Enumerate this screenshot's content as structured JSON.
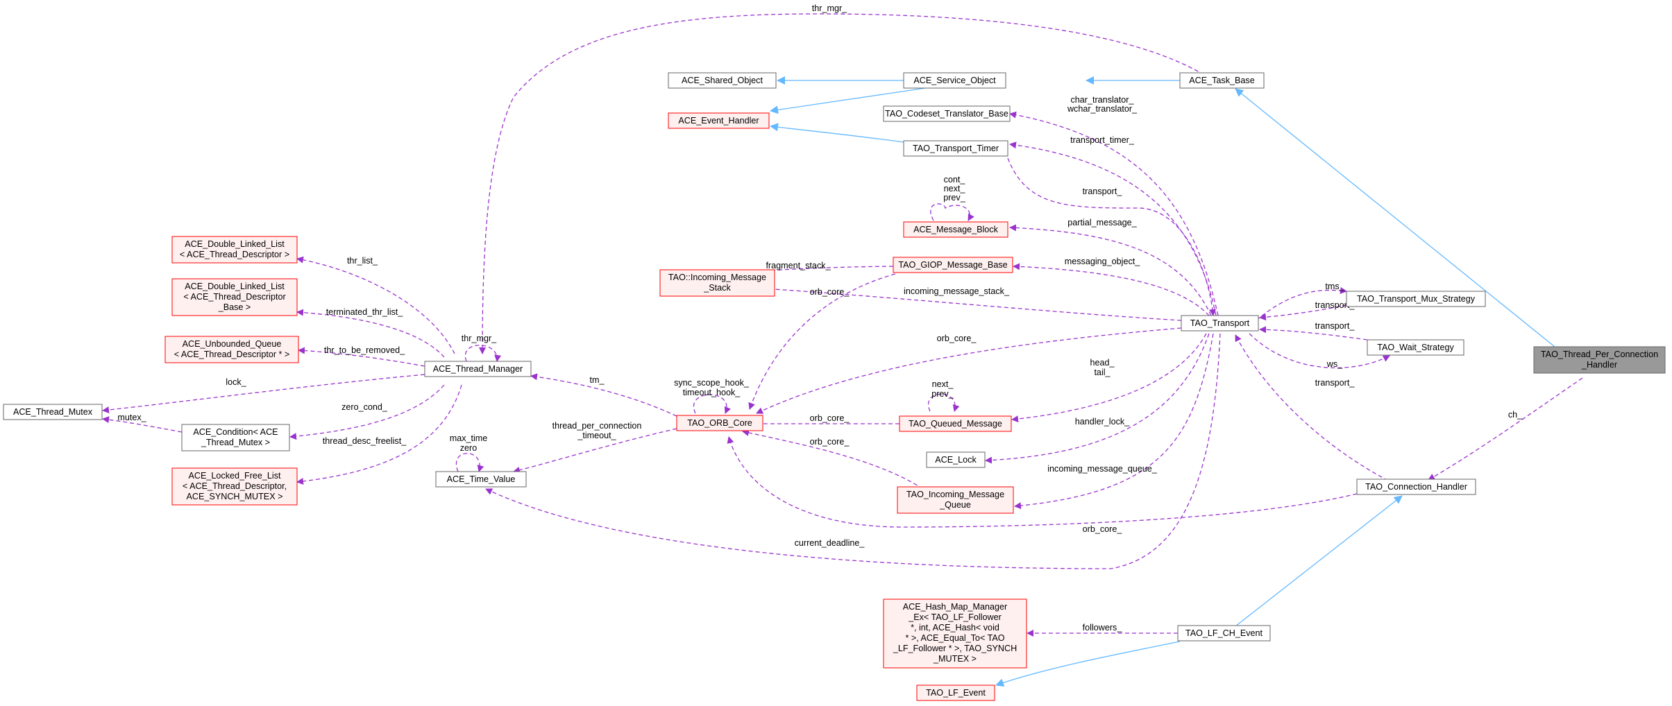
{
  "colors": {
    "inheritance_edge": "#63b8ff",
    "usage_edge": "#9a32cd",
    "node_border": "#666666",
    "red_border": "#ff0000",
    "red_fill": "#fff0f0",
    "focus_fill": "#999999"
  },
  "nodes": {
    "ace_task_base": "ACE_Task_Base",
    "ace_service_object": "ACE_Service_Object",
    "ace_shared_object": "ACE_Shared_Object",
    "ace_event_handler": "ACE_Event_Handler",
    "tao_codeset_translator_base": "TAO_Codeset_Translator_Base",
    "tao_transport_timer": "TAO_Transport_Timer",
    "ace_message_block": "ACE_Message_Block",
    "tao_giop_message_base": "TAO_GIOP_Message_Base",
    "tao_incoming_message_stack": [
      "TAO::Incoming_Message",
      "_Stack"
    ],
    "ace_dll_thread_descriptor": [
      "ACE_Double_Linked_List",
      "< ACE_Thread_Descriptor >"
    ],
    "ace_dll_thread_descriptor_base": [
      "ACE_Double_Linked_List",
      "< ACE_Thread_Descriptor",
      "_Base >"
    ],
    "ace_unbounded_queue": [
      "ACE_Unbounded_Queue",
      "< ACE_Thread_Descriptor * >"
    ],
    "ace_thread_manager": "ACE_Thread_Manager",
    "ace_thread_mutex": "ACE_Thread_Mutex",
    "ace_condition": [
      "ACE_Condition< ACE",
      "_Thread_Mutex >"
    ],
    "ace_locked_free_list": [
      "ACE_Locked_Free_List",
      "< ACE_Thread_Descriptor,",
      "ACE_SYNCH_MUTEX >"
    ],
    "ace_time_value": "ACE_Time_Value",
    "tao_orb_core": "TAO_ORB_Core",
    "tao_queued_message": "TAO_Queued_Message",
    "ace_lock": "ACE_Lock",
    "tao_incoming_message_queue": [
      "TAO_Incoming_Message",
      "_Queue"
    ],
    "tao_transport": "TAO_Transport",
    "tao_transport_mux_strategy": "TAO_Transport_Mux_Strategy",
    "tao_wait_strategy": "TAO_Wait_Strategy",
    "tao_thread_per_connection_handler": [
      "TAO_Thread_Per_Connection",
      "_Handler"
    ],
    "tao_connection_handler": "TAO_Connection_Handler",
    "ace_hash_map_manager": [
      "ACE_Hash_Map_Manager",
      "_Ex< TAO_LF_Follower",
      "*, int, ACE_Hash< void",
      "* >, ACE_Equal_To< TAO",
      "_LF_Follower * >, TAO_SYNCH",
      "_MUTEX >"
    ],
    "tao_lf_ch_event": "TAO_LF_CH_Event",
    "tao_lf_event": "TAO_LF_Event"
  },
  "edge_labels": {
    "thr_mgr_top": "thr_mgr_",
    "char_translator": [
      "char_translator_",
      "wchar_translator_"
    ],
    "transport_timer": "transport_timer_",
    "mb_self": [
      "cont_",
      "next_",
      "prev_"
    ],
    "transport": "transport_",
    "partial_message": "partial_message_",
    "fragment_stack": "fragment_stack_",
    "messaging_object": "messaging_object_",
    "orb_core_giop": "orb_core_",
    "incoming_message_stack": "incoming_message_stack_",
    "thr_list": "thr_list_",
    "terminated_thr_list": "terminated_thr_list_",
    "thr_mgr_self": "thr_mgr_",
    "thr_to_be_removed": "thr_to_be_removed_",
    "lock": "lock_",
    "mutex": "mutex_",
    "zero_cond": "zero_cond_",
    "thread_desc_freelist": "thread_desc_freelist_",
    "tm": "tm_",
    "orb_self": [
      "sync_scope_hook_",
      "timeout_hook_"
    ],
    "orb_core_transport": "orb_core_",
    "tv_self": [
      "max_time",
      "zero"
    ],
    "thread_per_connection_timeout": [
      "thread_per_connection",
      "_timeout_"
    ],
    "qm_self": [
      "next_",
      "prev_"
    ],
    "head_tail": [
      "head_",
      "tail_"
    ],
    "orb_core_qm": "orb_core_",
    "orb_core_imq": "orb_core_",
    "handler_lock": "handler_lock_",
    "incoming_message_queue": "incoming_message_queue_",
    "orb_core_ch": "orb_core_",
    "current_deadline": "current_deadline_",
    "tms": "tms_",
    "transport_mux": "transport_",
    "transport_ws": "transport_",
    "ws": "ws_",
    "transport_ch": "transport_",
    "ch": "ch_",
    "followers": "followers_"
  }
}
